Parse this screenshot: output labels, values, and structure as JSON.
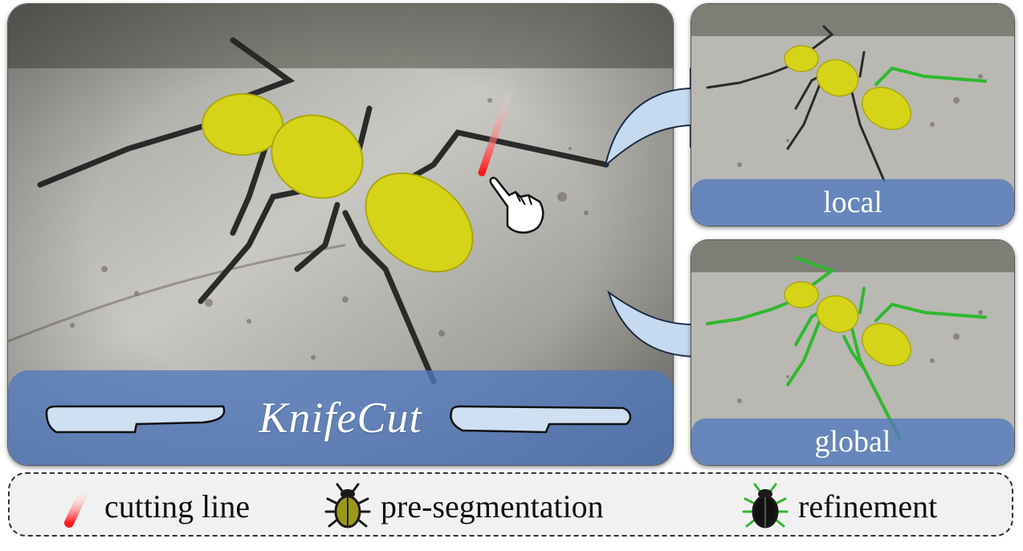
{
  "main_panel": {
    "title": "KnifeCut"
  },
  "local_panel": {
    "label": "local"
  },
  "global_panel": {
    "label": "global"
  },
  "legend": {
    "cutting_line": "cutting line",
    "pre_segmentation": "pre-segmentation",
    "refinement": "refinement"
  },
  "colors": {
    "segmentation": "#d6d418",
    "refinement": "#2fb82f",
    "cut_line": "#ff2a2a",
    "band": "#5078be",
    "arrow": "#c5daf0"
  },
  "icons": [
    "hand-pointer-icon",
    "knife-icon",
    "curved-arrow-icon",
    "beetle-icon"
  ]
}
